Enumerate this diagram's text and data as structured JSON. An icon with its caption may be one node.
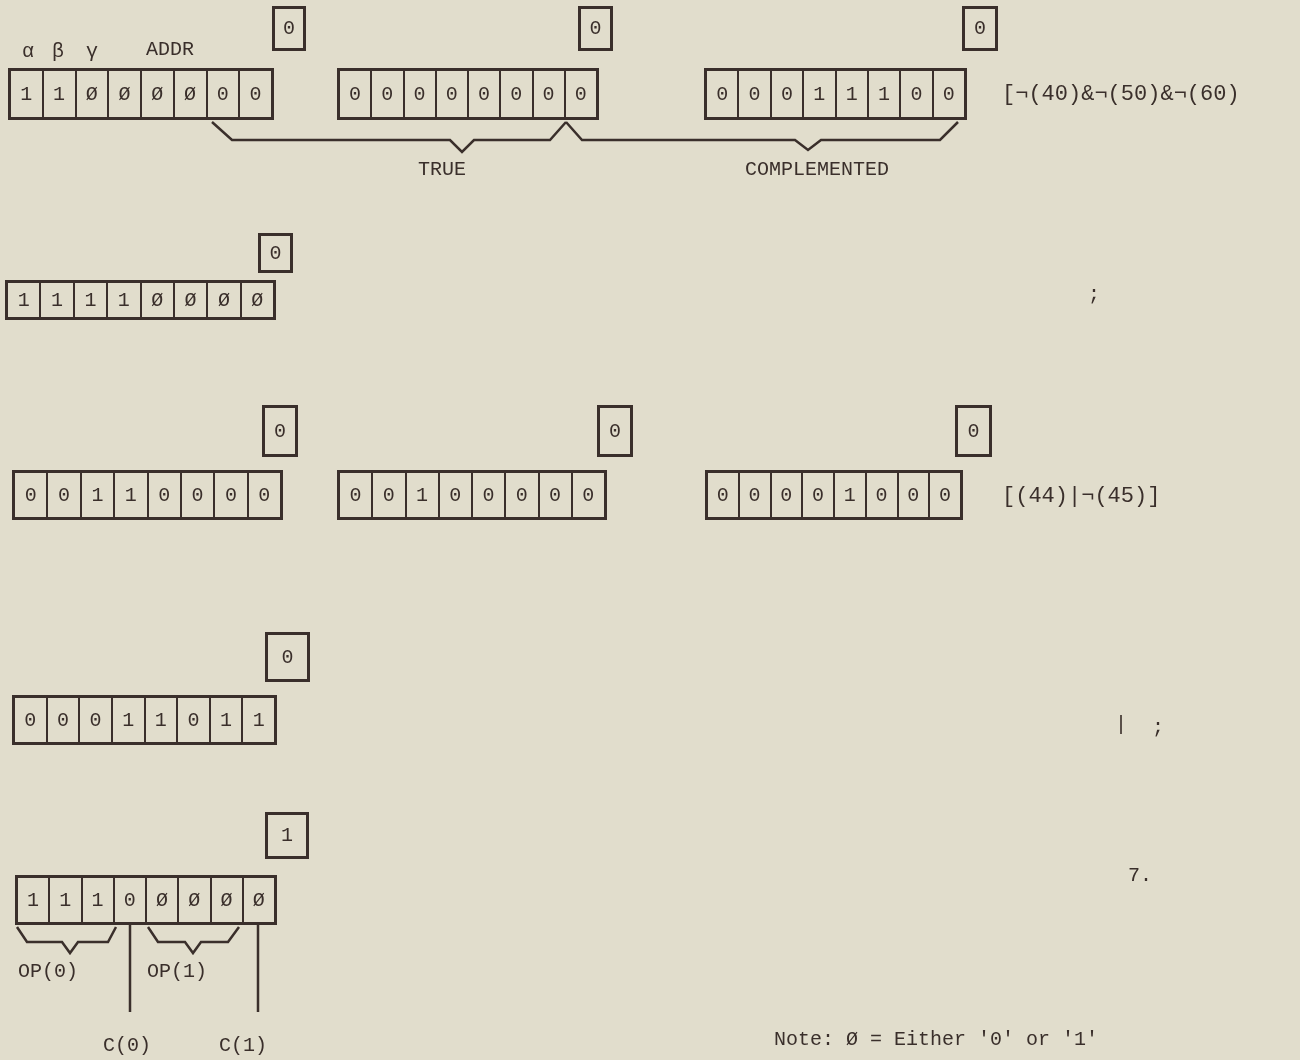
{
  "diagram": {
    "nodes": [
      {
        "text": [
          "0"
        ]
      },
      {
        "text": [
          "0"
        ]
      },
      {
        "text": [
          "0"
        ]
      },
      {
        "text": [
          "1",
          "1",
          "Ø",
          "Ø",
          "Ø",
          "Ø",
          "0",
          "0"
        ]
      },
      {
        "text": [
          "0",
          "0",
          "0",
          "0",
          "0",
          "0",
          "0",
          "0"
        ]
      },
      {
        "text": [
          "0",
          "0",
          "0",
          "1",
          "1",
          "1",
          "0",
          "0"
        ]
      },
      {
        "text": [
          "0"
        ]
      },
      {
        "text": [
          "1",
          "1",
          "1",
          "1",
          "Ø",
          "Ø",
          "Ø",
          "Ø"
        ]
      },
      {
        "text": [
          "0"
        ]
      },
      {
        "text": [
          "0"
        ]
      },
      {
        "text": [
          "0"
        ]
      },
      {
        "text": [
          "0",
          "0",
          "1",
          "1",
          "0",
          "0",
          "0",
          "0"
        ]
      },
      {
        "text": [
          "0",
          "0",
          "1",
          "0",
          "0",
          "0",
          "0",
          "0"
        ]
      },
      {
        "text": [
          "0",
          "0",
          "0",
          "0",
          "1",
          "0",
          "0",
          "0"
        ]
      },
      {
        "text": [
          "0"
        ]
      },
      {
        "text": [
          "0",
          "0",
          "0",
          "1",
          "1",
          "0",
          "1",
          "1"
        ]
      },
      {
        "text": [
          "1"
        ]
      },
      {
        "text": [
          "1",
          "1",
          "1",
          "0",
          "Ø",
          "Ø",
          "Ø",
          "Ø"
        ]
      },
      {
        "text": [
          "C(0)"
        ]
      },
      {
        "text": [
          "C(1)"
        ]
      }
    ],
    "edges": [
      {
        "from": 18,
        "to": 17,
        "arrow": "none"
      },
      {
        "from": 19,
        "to": 17,
        "arrow": "none"
      }
    ],
    "labels": [
      "α",
      "β",
      "γ",
      "ADDR",
      "[¬(40)&¬(50)&¬(60)",
      "TRUE",
      "COMPLEMENTED",
      ";",
      "[(44)|¬(45)]",
      "|",
      ";",
      "7.",
      "OP(0)",
      "OP(1)",
      "Note:  Ø = Either '0' or '1'"
    ]
  }
}
